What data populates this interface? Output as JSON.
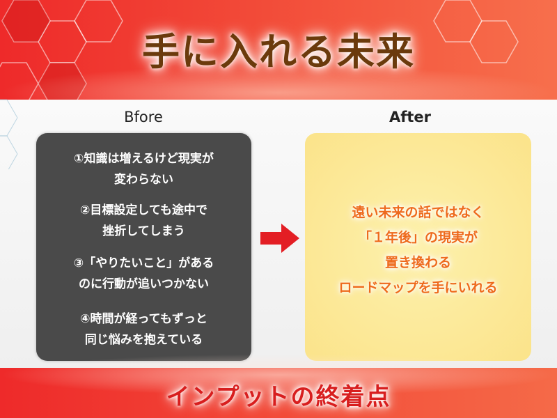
{
  "header": {
    "title": "手に入れる未来"
  },
  "before": {
    "label": "Bfore",
    "items": [
      [
        "①知識は増えるけど現実が",
        "変わらない"
      ],
      [
        "②目標設定しても途中で",
        "挫折してしまう"
      ],
      [
        "③「やりたいこと」がある",
        "のに行動が追いつかない"
      ],
      [
        "④時間が経ってもずっと",
        "同じ悩みを抱えている"
      ]
    ]
  },
  "after": {
    "label": "After",
    "lines": [
      "遠い未来の話ではなく",
      "「１年後」の現実が",
      "置き換わる",
      "ロードマップを手にいれる"
    ]
  },
  "footer": {
    "title": "インプットの終着点"
  },
  "colors": {
    "header_red": "#ee2a2a",
    "title_brown": "#6b3a0c",
    "before_panel": "#4a4a4a",
    "after_panel": "#fbe38a",
    "after_text": "#ee6a1c",
    "arrow_red": "#e31e24",
    "footer_text": "#d81e1e"
  },
  "icons": {
    "arrow": "right-arrow-icon"
  }
}
